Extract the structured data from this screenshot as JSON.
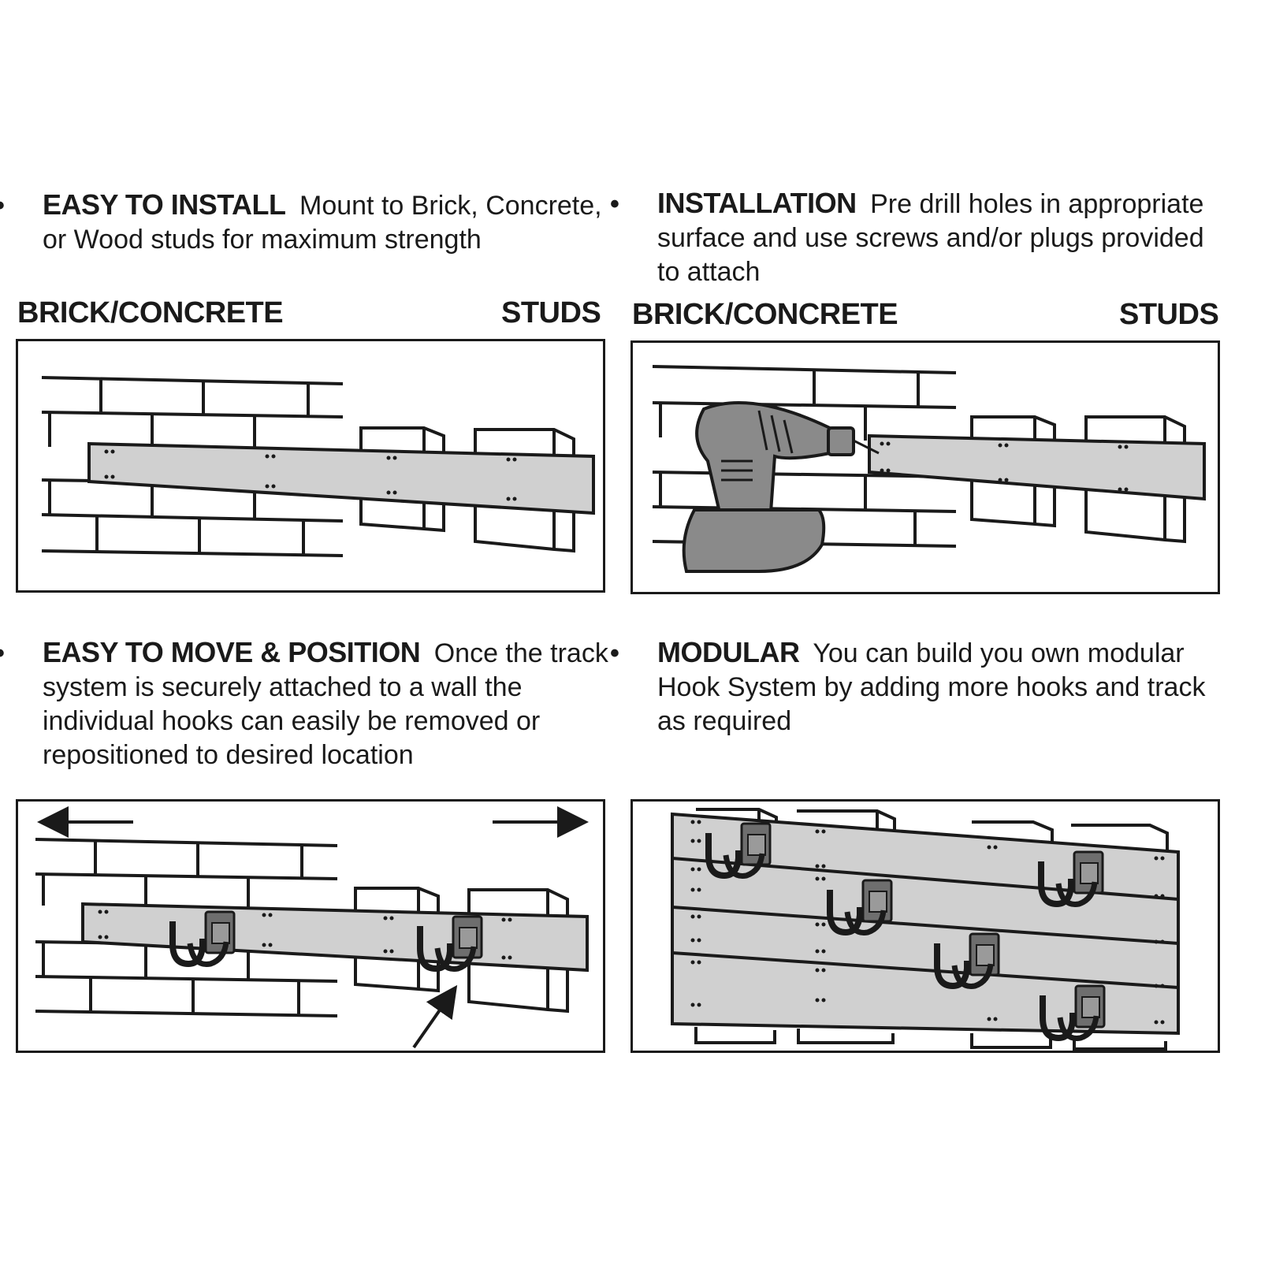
{
  "sections": [
    {
      "heading": "EASY TO INSTALL",
      "body": "Mount to Brick, Concrete, or Wood studs for maximum strength",
      "label_left": "BRICK/CONCRETE",
      "label_right": "STUDS"
    },
    {
      "heading": "INSTALLATION",
      "body": "Pre drill holes in appropriate surface and use screws and/or plugs provided to attach",
      "label_left": "BRICK/CONCRETE",
      "label_right": "STUDS"
    },
    {
      "heading": "EASY TO MOVE & POSITION",
      "body": "Once the track system is securely attached to a wall the individual hooks can easily be removed or repositioned to desired location"
    },
    {
      "heading": "MODULAR",
      "body": "You can build you own modular Hook System by adding more hooks and track as required"
    }
  ],
  "colors": {
    "ink": "#1a1a1a",
    "track": "#d0d0d0",
    "tool": "#8a8a8a"
  }
}
